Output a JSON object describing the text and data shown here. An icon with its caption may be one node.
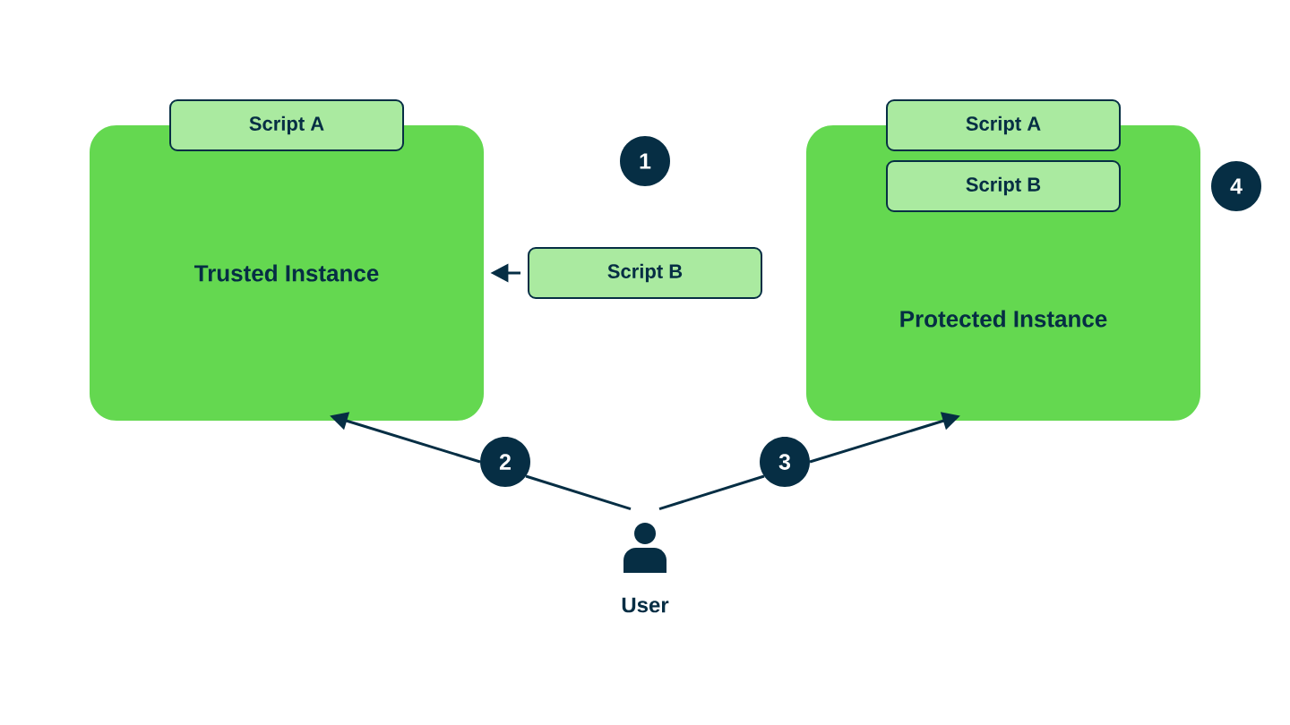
{
  "diagram": {
    "nodes": [
      {
        "text": [
          "Trusted Instance"
        ]
      },
      {
        "text": [
          "Script A"
        ]
      },
      {
        "text": [
          "Script B"
        ]
      },
      {
        "text": [
          "Protected Instance"
        ]
      },
      {
        "text": [
          "Script A"
        ]
      },
      {
        "text": [
          "Script B"
        ],
        "in": 3
      },
      {
        "text": [
          "User"
        ]
      },
      {
        "text": [
          "1"
        ]
      },
      {
        "text": [
          "4"
        ]
      },
      {
        "text": [
          "2"
        ]
      },
      {
        "text": [
          "3"
        ]
      }
    ],
    "edges": [
      {
        "from": 2,
        "to": 0,
        "arrow": "to"
      },
      {
        "from": 6,
        "to": 9,
        "arrow": "none"
      },
      {
        "from": 9,
        "to": 0,
        "arrow": "to"
      },
      {
        "from": 6,
        "to": 10,
        "arrow": "none"
      },
      {
        "from": 10,
        "to": 3,
        "arrow": "to"
      }
    ]
  }
}
